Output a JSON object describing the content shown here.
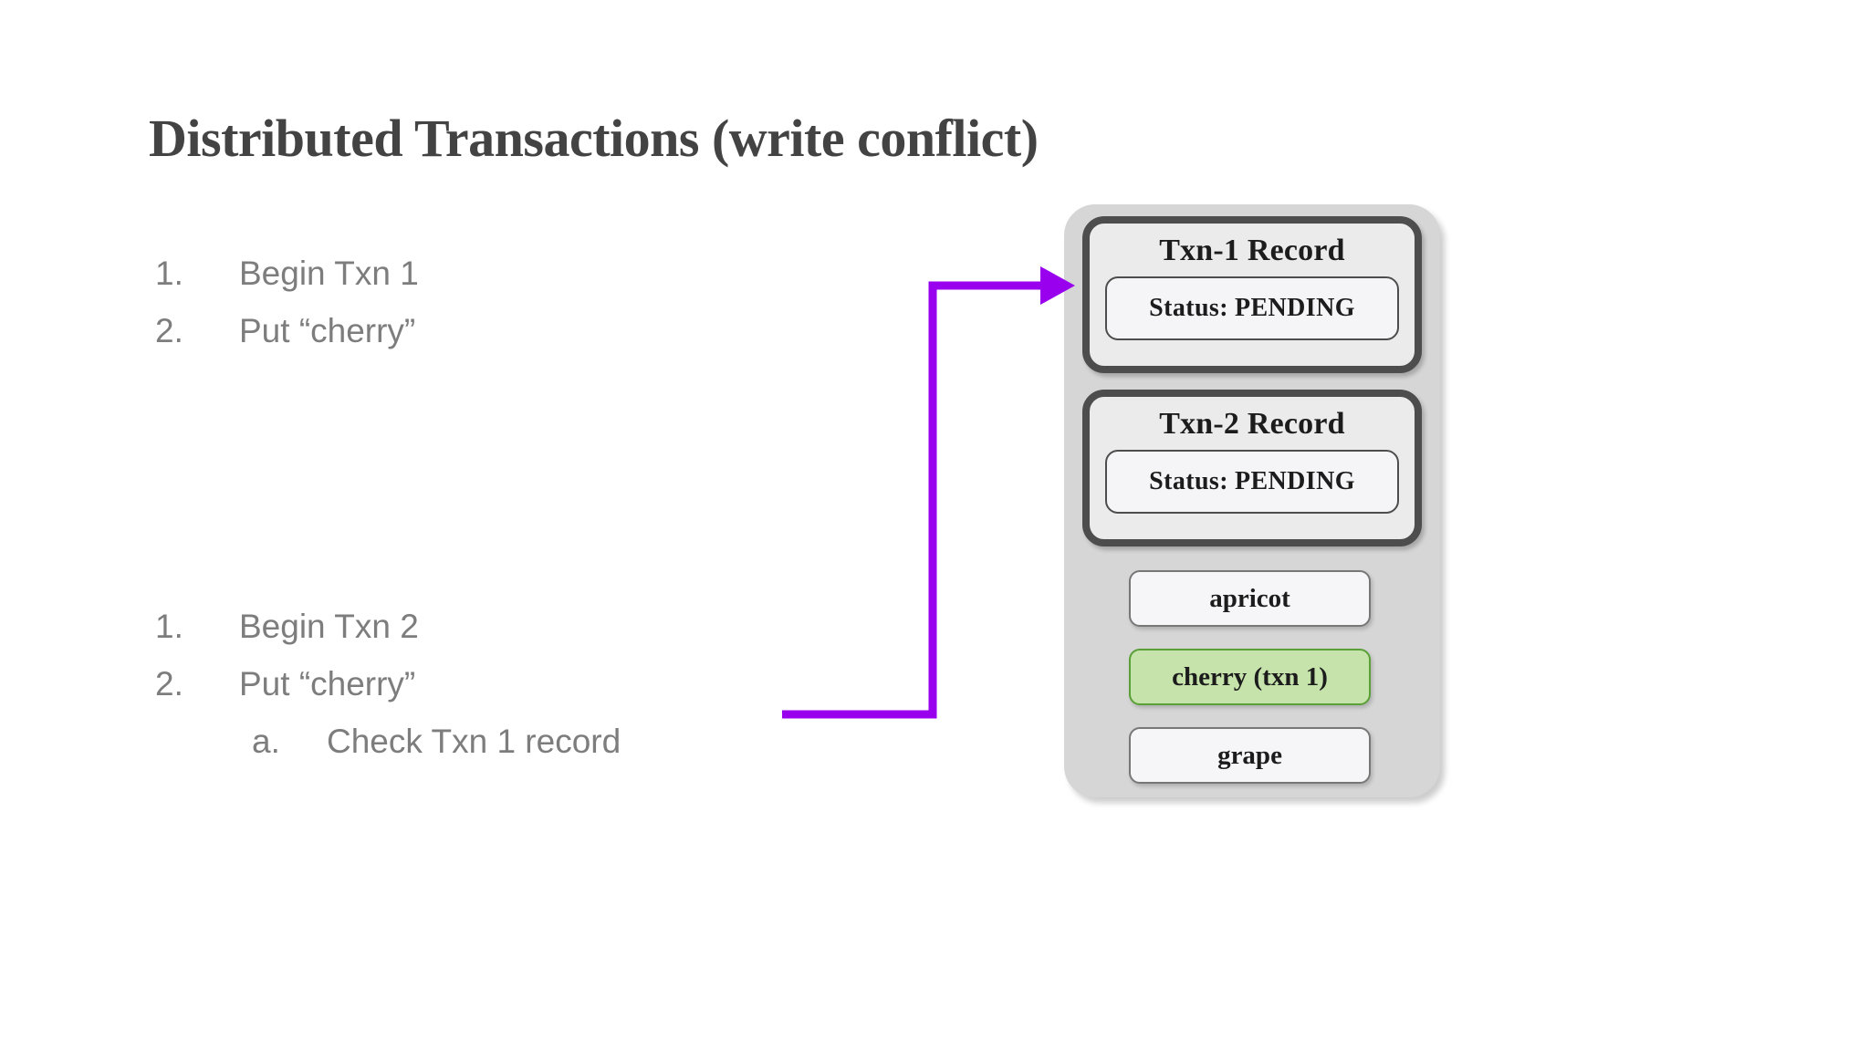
{
  "slide": {
    "title": "Distributed Transactions (write conflict)",
    "background_color": "#ffffff"
  },
  "colors": {
    "title_text": "#434343",
    "body_text": "#7d7d7d",
    "arrow": "#9900EE",
    "db_container": "#d6d6d6",
    "card_border": "#4d4d4d",
    "card_fill": "#ebebeb",
    "status_fill": "#f5f5f7",
    "row_fill": "#f6f6f8",
    "row_border": "#777777",
    "highlight_fill": "#c6e3ab",
    "highlight_border": "#59a036"
  },
  "steps_txn1": {
    "items": [
      {
        "marker": "1.",
        "text": "Begin Txn 1"
      },
      {
        "marker": "2.",
        "text": "Put “cherry”"
      }
    ]
  },
  "steps_txn2": {
    "items": [
      {
        "marker": "1.",
        "text": "Begin Txn 2"
      },
      {
        "marker": "2.",
        "text": "Put “cherry”"
      }
    ],
    "sub_items": [
      {
        "marker": "a.",
        "text": "Check Txn 1 record"
      }
    ]
  },
  "database": {
    "txn_cards": [
      {
        "title": "Txn-1 Record",
        "status_label": "Status:",
        "status_value": "PENDING"
      },
      {
        "title": "Txn-2 Record",
        "status_label": "Status:",
        "status_value": "PENDING"
      }
    ],
    "rows": [
      {
        "label": "apricot",
        "highlighted": false
      },
      {
        "label": "cherry (txn 1)",
        "highlighted": true
      },
      {
        "label": "grape",
        "highlighted": false
      }
    ]
  },
  "arrow": {
    "name": "check-txn-1-record-arrow",
    "color": "#9900EE",
    "from": "Check Txn 1 record",
    "to": "Txn-1 Record"
  }
}
